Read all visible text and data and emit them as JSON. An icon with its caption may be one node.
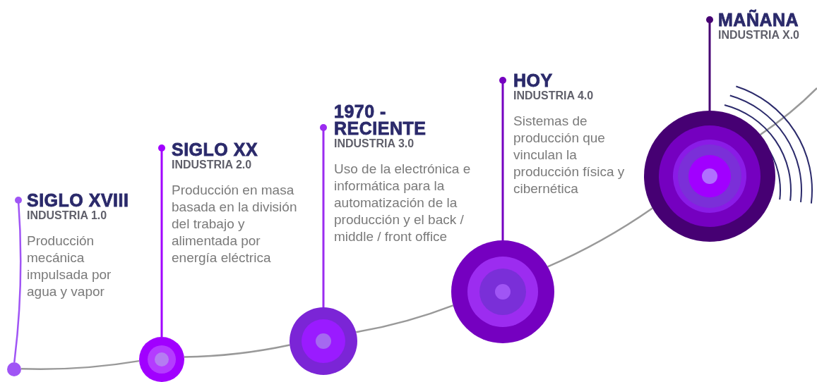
{
  "diagram": {
    "nodes": [
      {
        "text": [
          "SIGLO XVIII",
          "INDUSTRIA 1.0",
          "Producción mecánica impulsada por agua y vapor"
        ]
      },
      {
        "text": [],
        "shape": "circle"
      },
      {
        "text": [
          "SIGLO XX",
          "INDUSTRIA 2.0",
          "Producción en masa basada en la división del trabajo y alimentada por energía eléctrica"
        ]
      },
      {
        "text": [],
        "shape": "circle"
      },
      {
        "text": [
          "1970 - RECIENTE",
          "INDUSTRIA 3.0",
          "Uso de la electrónica e informática para la automatización de la producción y el back / middle / front office"
        ]
      },
      {
        "text": [],
        "shape": "circle"
      },
      {
        "text": [
          "HOY",
          "INDUSTRIA 4.0",
          "Sistemas de producción que vinculan la producción física y cibernética"
        ]
      },
      {
        "text": [],
        "shape": "circle"
      },
      {
        "text": [
          "MAÑANA",
          "INDUSTRIA X.0"
        ]
      },
      {
        "text": [],
        "shape": "circle"
      }
    ],
    "edges": [
      {
        "from": 1,
        "to": 0,
        "arrow": "other",
        "color": "#a055f5"
      },
      {
        "from": 3,
        "to": 2,
        "arrow": "other",
        "color": "#a100ff"
      },
      {
        "from": 5,
        "to": 4,
        "arrow": "other",
        "color": "#9b2cf0"
      },
      {
        "from": 7,
        "to": 6,
        "arrow": "other",
        "color": "#7500c0"
      },
      {
        "from": 9,
        "to": 8,
        "arrow": "other",
        "color": "#460073"
      },
      {
        "from": 1,
        "to": 3,
        "arrow": "none",
        "color": "#999999"
      },
      {
        "from": 3,
        "to": 5,
        "arrow": "none",
        "color": "#999999"
      },
      {
        "from": 5,
        "to": 7,
        "arrow": "none",
        "color": "#999999"
      },
      {
        "from": 7,
        "to": 9,
        "arrow": "none",
        "color": "#999999"
      },
      {
        "from": 9,
        "to": null,
        "arrow": "none",
        "color": "#999999"
      }
    ]
  }
}
